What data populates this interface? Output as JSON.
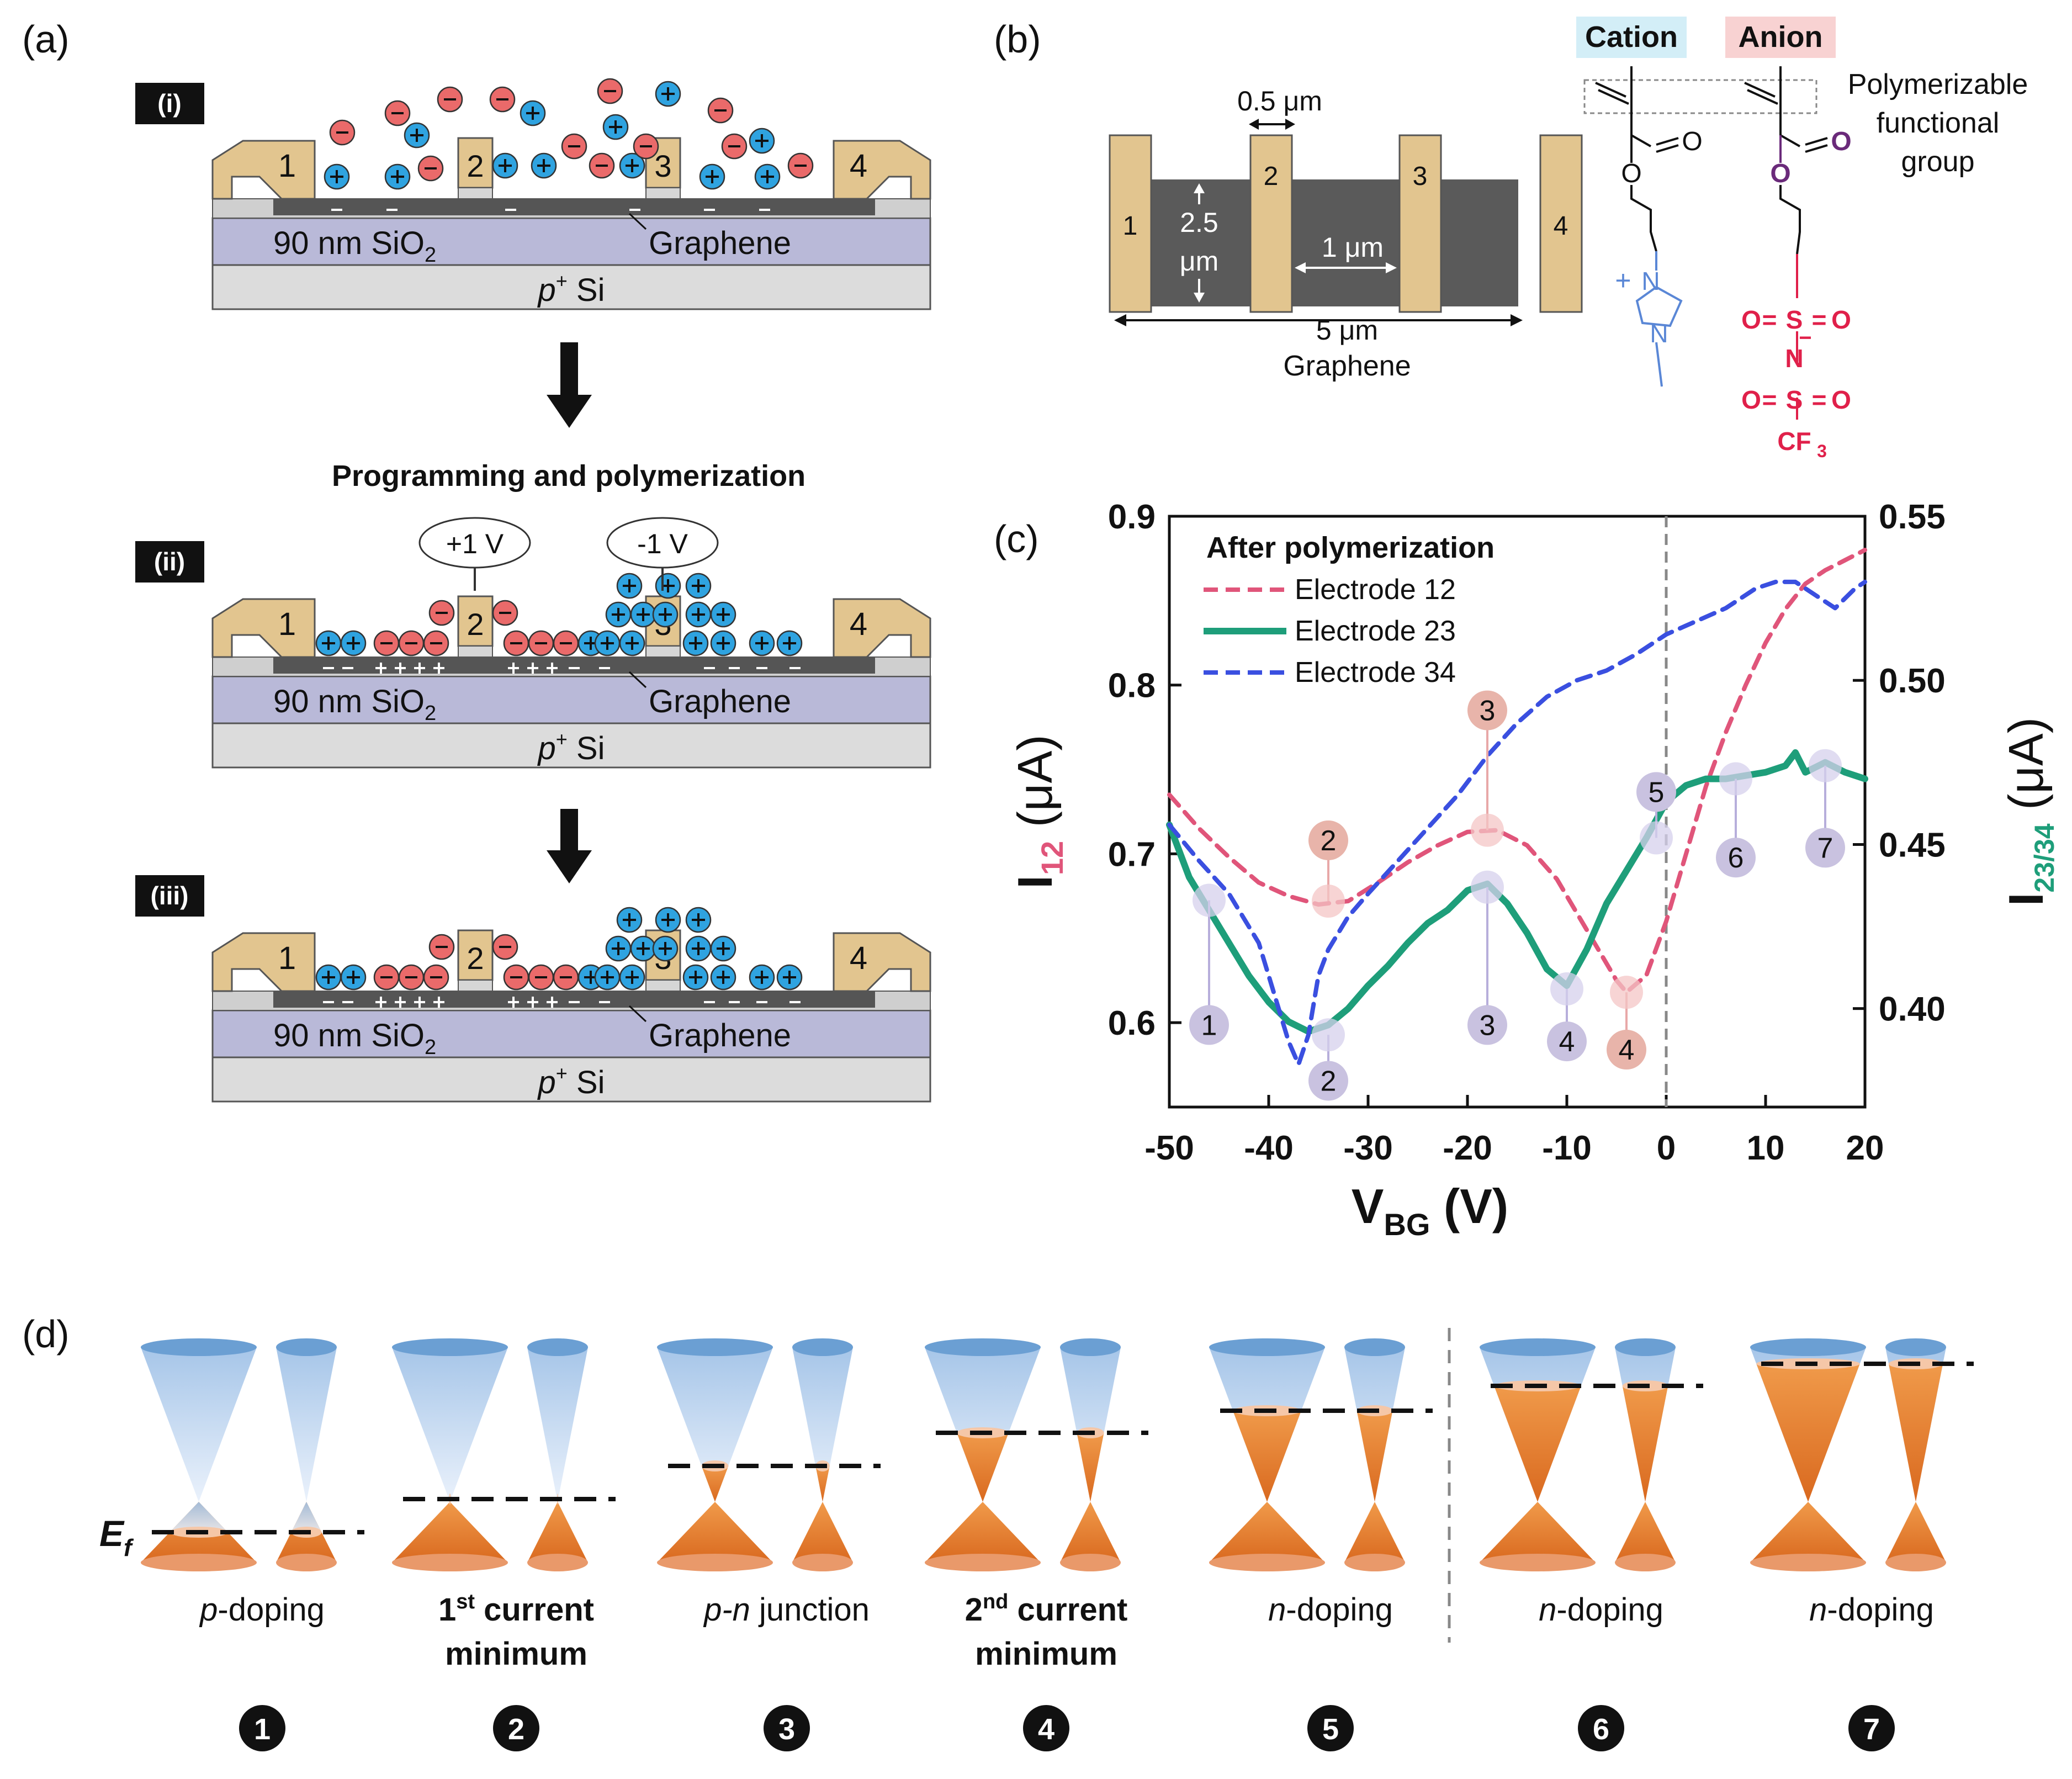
{
  "panel_a": {
    "label": "(a)",
    "steps": [
      "(i)",
      "(ii)",
      "(iii)"
    ],
    "electrodes": [
      "1",
      "2",
      "3",
      "4"
    ],
    "oxide_prefix": "90 nm SiO",
    "oxide_sub": "2",
    "graphene": "Graphene",
    "substrate_p": "p",
    "substrate_sup": "+",
    "substrate_rest": " Si",
    "step_title": "Programming and polymerization",
    "bias_left": "+1 V",
    "bias_right": "-1 V",
    "plus": "+",
    "minus": "-"
  },
  "panel_b": {
    "label": "(b)",
    "electrodes": [
      "1",
      "2",
      "3",
      "4"
    ],
    "dim_width": "0.5 μm",
    "dim_h1": "2.5",
    "dim_h2": "μm",
    "dim_gap": "1 μm",
    "dim_total": "5 μm",
    "graphene": "Graphene",
    "cation": "Cation",
    "anion": "Anion",
    "group_lines": [
      "Polymerizable",
      "functional",
      "group"
    ],
    "atoms": {
      "O": "O",
      "N": "N",
      "S": "S",
      "F": "CF",
      "three": "3",
      "plus": "+",
      "minus": "−",
      "eq": "="
    }
  },
  "panel_c": {
    "label": "(c)",
    "legend_title": "After polymerization",
    "xlabel_main": "V",
    "xlabel_sub": "BG",
    "xlabel_unit": " (V)",
    "yleft_main": "I",
    "yleft_sub": "12",
    "yleft_unit": " (μA)",
    "yright_main": "I",
    "yright_sub": "23/34",
    "yright_unit": " (μA)"
  },
  "chart_data": {
    "type": "line",
    "xlabel": "VBG (V)",
    "ylabel": "I12 (μA)",
    "y2label": "I23/34 (μA)",
    "xlim": [
      -50,
      20
    ],
    "ylim": [
      0.55,
      0.9
    ],
    "y2lim": [
      0.37,
      0.55
    ],
    "xticks": [
      -50,
      -40,
      -30,
      -20,
      -10,
      0,
      20
    ],
    "xticklabels": [
      "-50",
      "-40",
      "-30",
      "-20",
      "-10",
      "0",
      "10",
      "20"
    ],
    "xtickvalues": [
      -50,
      -40,
      -30,
      -20,
      -10,
      0,
      10,
      20
    ],
    "yticks": [
      0.6,
      0.7,
      0.8,
      0.9
    ],
    "yticklabels": [
      "0.6",
      "0.7",
      "0.8",
      "0.9"
    ],
    "y2ticks": [
      0.4,
      0.45,
      0.5,
      0.55
    ],
    "y2ticklabels": [
      "0.40",
      "0.45",
      "0.50",
      "0.55"
    ],
    "vline_x": 0,
    "legend_position": "top-left",
    "series": [
      {
        "name": "Electrode 12",
        "axis": "left",
        "style": "dashed",
        "color": "#e0557a",
        "x": [
          -50,
          -47,
          -44,
          -41,
          -38,
          -35,
          -32,
          -29,
          -26,
          -23,
          -20,
          -17,
          -14,
          -11,
          -8,
          -5,
          -4,
          -2,
          0,
          2,
          4,
          6,
          8,
          10,
          12,
          14,
          16,
          18,
          20
        ],
        "y": [
          0.735,
          0.715,
          0.698,
          0.683,
          0.675,
          0.67,
          0.672,
          0.683,
          0.695,
          0.705,
          0.713,
          0.714,
          0.705,
          0.685,
          0.655,
          0.625,
          0.618,
          0.628,
          0.66,
          0.7,
          0.74,
          0.772,
          0.8,
          0.825,
          0.845,
          0.86,
          0.868,
          0.874,
          0.88
        ]
      },
      {
        "name": "Electrode 23",
        "axis": "right",
        "style": "solid",
        "color": "#1e9e7a",
        "x": [
          -50,
          -48,
          -46,
          -44,
          -42,
          -40,
          -38,
          -36,
          -34,
          -32,
          -30,
          -28,
          -26,
          -24,
          -22,
          -20,
          -18,
          -16,
          -14,
          -12,
          -10,
          -8,
          -6,
          -4,
          -2,
          0,
          2,
          4,
          6,
          8,
          10,
          12,
          13,
          14,
          16,
          18,
          20
        ],
        "y": [
          0.456,
          0.44,
          0.43,
          0.42,
          0.41,
          0.402,
          0.396,
          0.393,
          0.395,
          0.4,
          0.407,
          0.413,
          0.42,
          0.426,
          0.43,
          0.436,
          0.438,
          0.432,
          0.423,
          0.412,
          0.407,
          0.418,
          0.432,
          0.442,
          0.452,
          0.463,
          0.468,
          0.47,
          0.47,
          0.471,
          0.472,
          0.474,
          0.478,
          0.472,
          0.475,
          0.472,
          0.47
        ]
      },
      {
        "name": "Electrode 34",
        "axis": "right",
        "style": "dashed",
        "color": "#3a4fe0",
        "x": [
          -50,
          -47,
          -44,
          -41,
          -39,
          -38,
          -37,
          -36,
          -35,
          -34,
          -32,
          -30,
          -27,
          -24,
          -21,
          -18,
          -15,
          -12,
          -9,
          -6,
          -3,
          0,
          3,
          6,
          9,
          11,
          13,
          15,
          17,
          19,
          20
        ],
        "y": [
          0.456,
          0.445,
          0.435,
          0.42,
          0.4,
          0.39,
          0.383,
          0.392,
          0.41,
          0.418,
          0.428,
          0.435,
          0.445,
          0.455,
          0.465,
          0.477,
          0.487,
          0.495,
          0.5,
          0.503,
          0.508,
          0.514,
          0.518,
          0.522,
          0.528,
          0.53,
          0.53,
          0.526,
          0.522,
          0.528,
          0.53
        ]
      }
    ],
    "markers": [
      {
        "label": "1",
        "series": "Electrode 23",
        "x": -46,
        "y": 0.433,
        "badge_y": 0.395
      },
      {
        "label": "2",
        "series": "Electrode 23",
        "x": -34,
        "y": 0.392,
        "badge_y": 0.378
      },
      {
        "label": "3",
        "series": "Electrode 23",
        "x": -18,
        "y": 0.437,
        "badge_y": 0.395
      },
      {
        "label": "4",
        "series": "Electrode 23",
        "x": -10,
        "y": 0.406,
        "badge_y": 0.39
      },
      {
        "label": "5",
        "series": "Electrode 23",
        "x": -1,
        "y": 0.452,
        "badge_y": 0.466
      },
      {
        "label": "6",
        "series": "Electrode 23",
        "x": 7,
        "y": 0.47,
        "badge_y": 0.446
      },
      {
        "label": "7",
        "series": "Electrode 23",
        "x": 16,
        "y": 0.474,
        "badge_y": 0.449
      },
      {
        "label": "2",
        "series": "Electrode 12",
        "x": -34,
        "y": 0.672,
        "badge_y": 0.708
      },
      {
        "label": "3",
        "series": "Electrode 12",
        "x": -18,
        "y": 0.714,
        "badge_y": 0.785
      },
      {
        "label": "4",
        "series": "Electrode 12",
        "x": -4,
        "y": 0.618,
        "badge_y": 0.584
      }
    ]
  },
  "panel_d": {
    "label": "(d)",
    "ef_main": "E",
    "ef_sub": "f",
    "states": [
      {
        "num": "1",
        "line1_i": "p",
        "line1_r": "-doping",
        "line2": "",
        "bold": false
      },
      {
        "num": "2",
        "line1_b": "1",
        "line1_sup": "st",
        "line1_r": " current",
        "line2": "minimum",
        "bold": true
      },
      {
        "num": "3",
        "line1_i": "p-n",
        "line1_r": " junction",
        "line2": "",
        "bold": false
      },
      {
        "num": "4",
        "line1_b": "2",
        "line1_sup": "nd",
        "line1_r": " current",
        "line2": "minimum",
        "bold": true
      },
      {
        "num": "5",
        "line1_i": "n",
        "line1_r": "-doping",
        "line2": "",
        "bold": false
      },
      {
        "num": "6",
        "line1_i": "n",
        "line1_r": "-doping",
        "line2": "",
        "bold": false
      },
      {
        "num": "7",
        "line1_i": "n",
        "line1_r": "-doping",
        "line2": "",
        "bold": false
      }
    ],
    "colors": {
      "valence": "#e07a3a",
      "conduction": "#9cc0e8"
    }
  },
  "colors": {
    "electrode": "#e2c58f",
    "oxide": "#b9b9d8",
    "graphene": "#555555",
    "cation": "#2fa3e0",
    "anion": "#ea6a6a"
  }
}
